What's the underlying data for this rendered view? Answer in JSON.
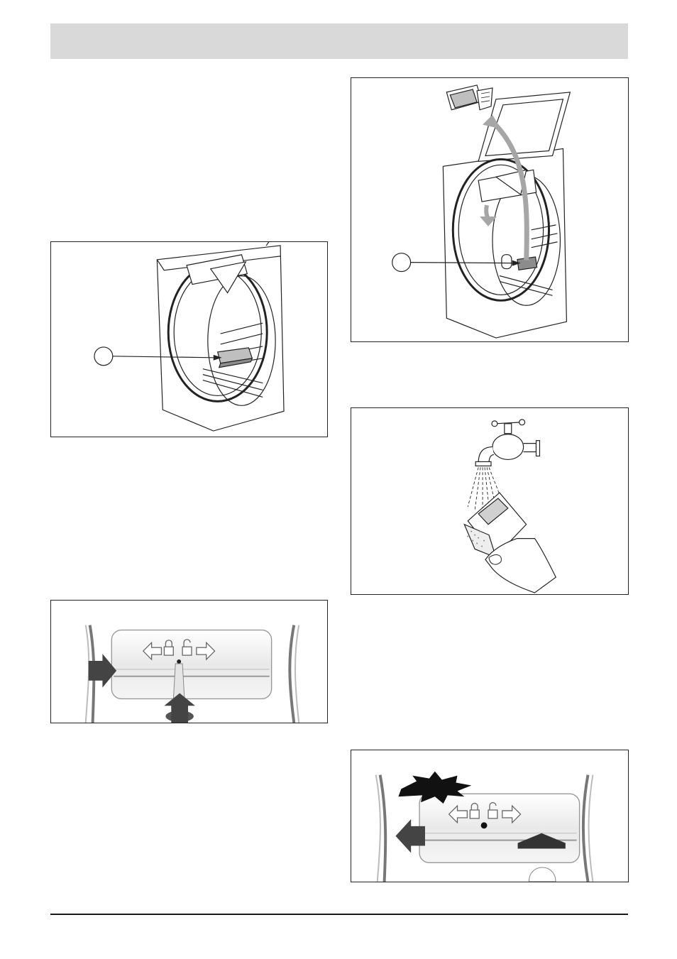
{
  "header": {
    "title": ""
  },
  "figures": [
    {
      "id": "fig-a",
      "callout": ""
    },
    {
      "id": "fig-b",
      "callout": ""
    },
    {
      "id": "fig-c"
    },
    {
      "id": "fig-d"
    },
    {
      "id": "fig-e"
    }
  ],
  "colors": {
    "header_bar": "#d9d9d9",
    "arrow_grey": "#a6a6a6",
    "arrow_dark": "#444444",
    "line": "#222222"
  },
  "icons": [
    "lock-closed-icon",
    "lock-open-icon",
    "arrow-left-icon",
    "arrow-right-icon",
    "tap-icon",
    "hand-icon"
  ]
}
